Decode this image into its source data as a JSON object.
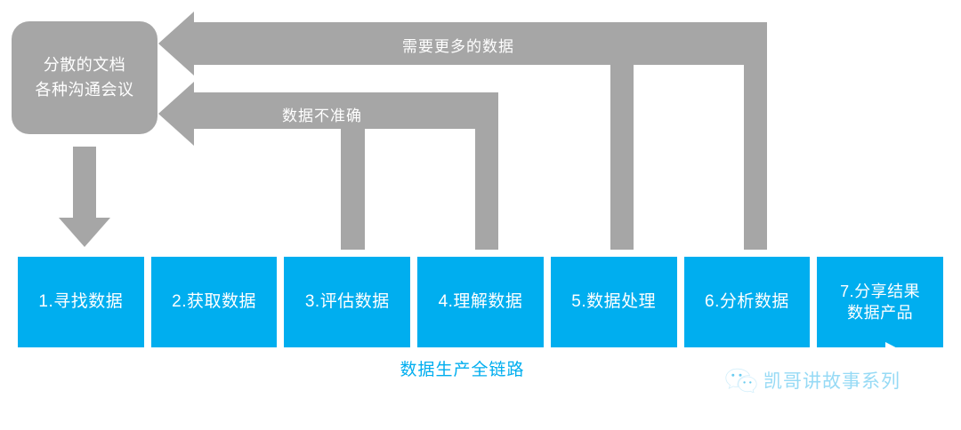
{
  "colors": {
    "gray": "#a6a6a6",
    "blue": "#00aeef",
    "white": "#ffffff",
    "watermark_text": "#8fd8f5"
  },
  "source": {
    "line1": "分散的文档",
    "line2": "各种沟通会议"
  },
  "feedback_loops": [
    {
      "label": "需要更多的数据",
      "from_stage": 6,
      "to": "source"
    },
    {
      "label": "数据不准确",
      "from_stage": 3,
      "to": "source"
    }
  ],
  "stages": [
    {
      "index": "1.",
      "label": "1.寻找数据",
      "lines": [
        "1.寻找数据"
      ]
    },
    {
      "index": "2.",
      "label": "2.获取数据",
      "lines": [
        "2.获取数据"
      ]
    },
    {
      "index": "3.",
      "label": "3.评估数据",
      "lines": [
        "3.评估数据"
      ]
    },
    {
      "index": "4.",
      "label": "4.理解数据",
      "lines": [
        "4.理解数据"
      ]
    },
    {
      "index": "5.",
      "label": "5.数据处理",
      "lines": [
        "5.数据处理"
      ]
    },
    {
      "index": "6.",
      "label": "6.分析数据",
      "lines": [
        "6.分析数据"
      ]
    },
    {
      "index": "7.",
      "label": "7.分享结果 数据产品",
      "lines": [
        "7.分享结果",
        "数据产品"
      ]
    }
  ],
  "pipeline": {
    "label": "数据生产全链路"
  },
  "watermark": {
    "icon": "wechat-icon",
    "text": "凯哥讲故事系列"
  }
}
